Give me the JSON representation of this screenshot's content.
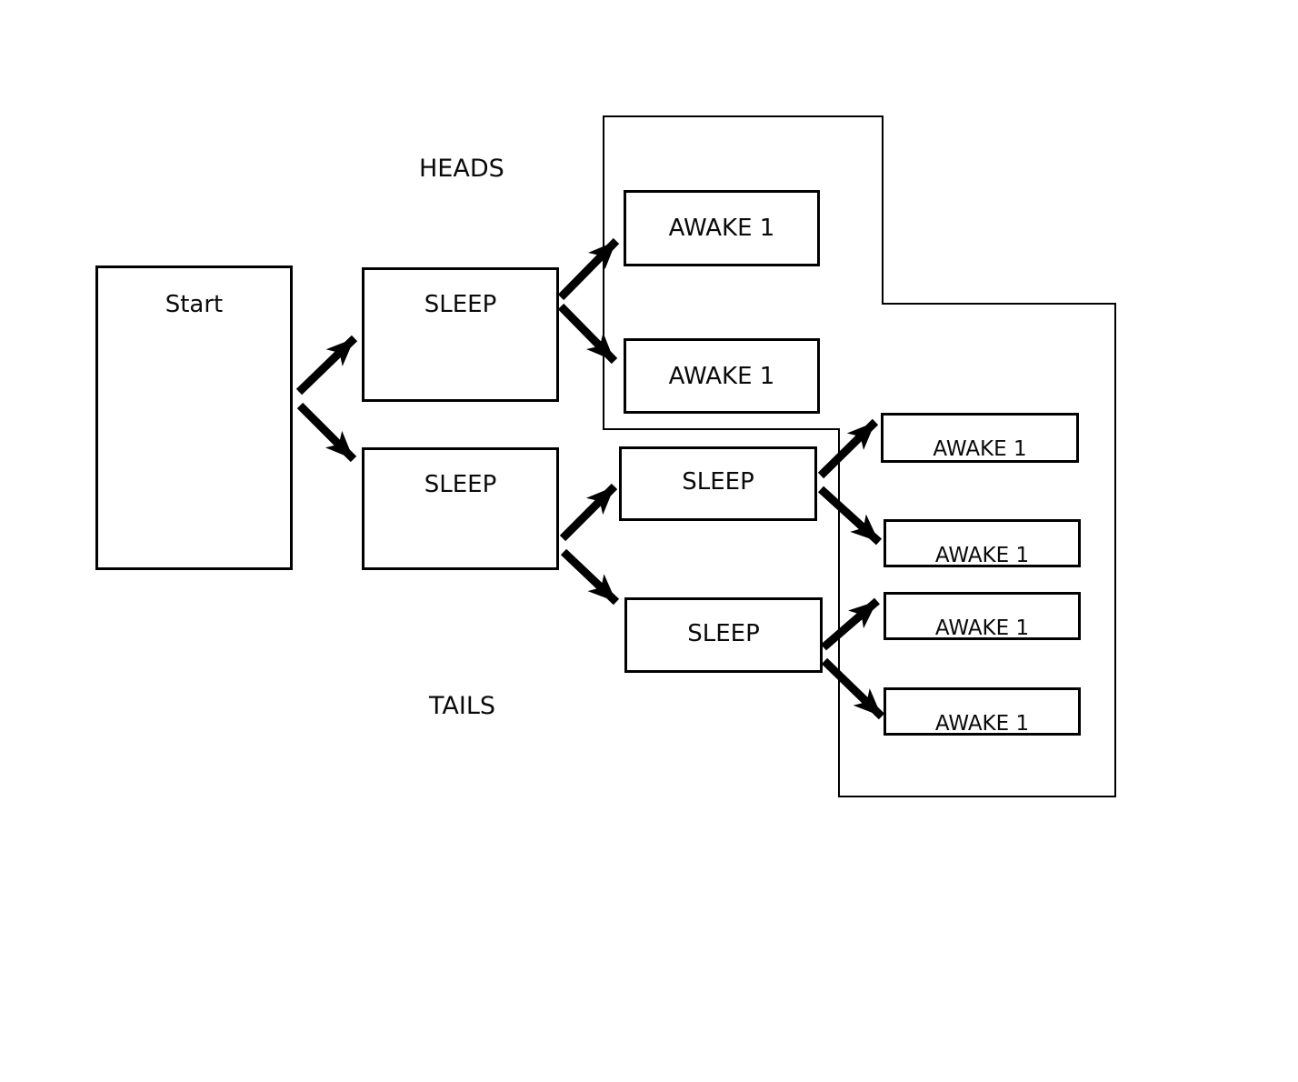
{
  "branch_labels": {
    "heads": "HEADS",
    "tails": "TAILS"
  },
  "nodes": [
    {
      "id": "start",
      "label": "Start"
    },
    {
      "id": "sleep-heads",
      "label": "SLEEP"
    },
    {
      "id": "sleep-tails",
      "label": "SLEEP"
    },
    {
      "id": "awake-heads-1",
      "label": "AWAKE 1"
    },
    {
      "id": "awake-heads-2",
      "label": "AWAKE 1"
    },
    {
      "id": "sleep-tails-a",
      "label": "SLEEP"
    },
    {
      "id": "sleep-tails-b",
      "label": "SLEEP"
    },
    {
      "id": "awake-tails-1",
      "label": "AWAKE 1"
    },
    {
      "id": "awake-tails-2",
      "label": "AWAKE 1"
    },
    {
      "id": "awake-tails-3",
      "label": "AWAKE 1"
    },
    {
      "id": "awake-tails-4",
      "label": "AWAKE 1"
    }
  ],
  "colors": {
    "line": "#000000",
    "background": "#ffffff",
    "box_fill": "#ffffff",
    "text": "#0a0a0a"
  }
}
